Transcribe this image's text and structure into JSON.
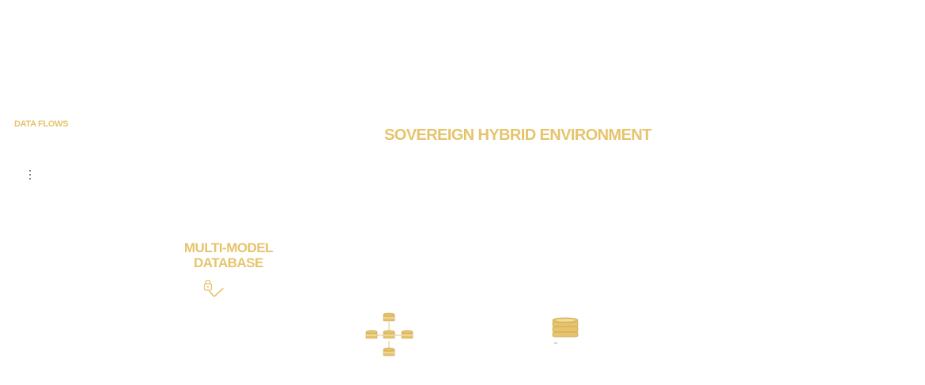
{
  "labels": {
    "data_flows": "DATA FLOWS",
    "environment": "SOVEREIGN HYBRID ENVIRONMENT",
    "database_line1": "MULTI-MODEL",
    "database_line2": "DATABASE"
  },
  "icons": {
    "dots": "vertical-dots-icon",
    "lock_check": "lock-check-icon",
    "cluster": "database-cluster-icon",
    "stack": "database-stack-icon"
  },
  "colors": {
    "accent": "#e6c46d",
    "accent_dark": "#c9a44a",
    "dots": "#555555"
  }
}
